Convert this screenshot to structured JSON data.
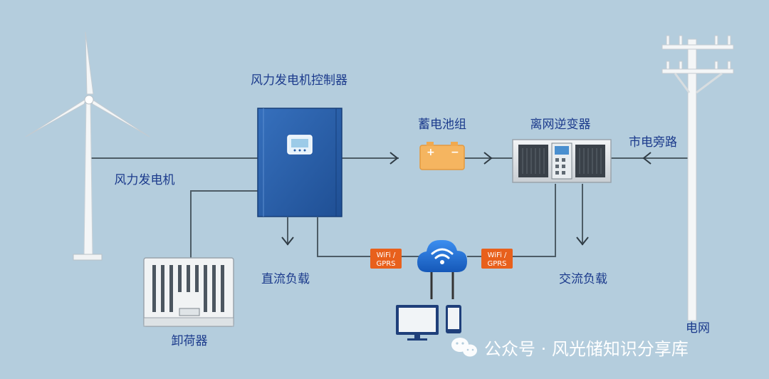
{
  "labels": {
    "controller": "风力发电机控制器",
    "battery": "蓄电池组",
    "inverter": "离网逆变器",
    "bypass": "市电旁路",
    "turbine": "风力发电机",
    "dc_load": "直流负载",
    "ac_load": "交流负载",
    "dump_load": "卸荷器",
    "grid": "电网"
  },
  "badges": {
    "left": [
      "WiFi /",
      "GPRS"
    ],
    "right": [
      "WiFi /",
      "GPRS"
    ]
  },
  "battery_signs": {
    "plus": "+",
    "minus": "−"
  },
  "watermark": {
    "text": "公众号 · 风光储知识分享库"
  },
  "colors": {
    "background": "#b4cddd",
    "wire": "#4d5c66",
    "label": "#1b3a8c",
    "controller": "#2a5fa8",
    "battery": "#f5b560",
    "badge": "#e8601c",
    "cloud": "#1e6fd0"
  }
}
